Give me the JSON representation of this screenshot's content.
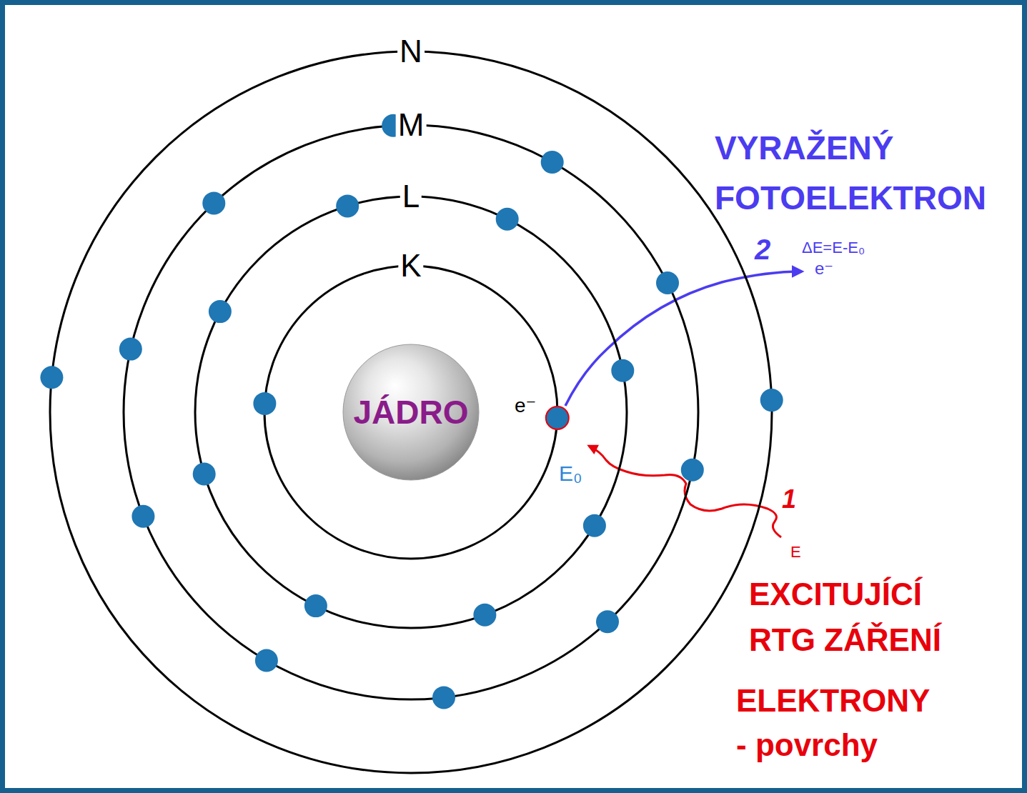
{
  "diagram": {
    "nodes": [
      {
        "text": [
          "N"
        ]
      },
      {
        "text": [
          "M"
        ],
        "in": 0
      },
      {
        "text": [
          "L"
        ],
        "in": 1
      },
      {
        "text": [
          "K"
        ],
        "in": 2
      },
      {
        "text": [
          "JÁDRO"
        ],
        "in": 3
      }
    ],
    "labels": [
      "VYRAŽENÝ FOTOELEKTRON",
      "2",
      "ΔE=E-E₀",
      "e⁻",
      "e⁻",
      "E₀",
      "1",
      "E",
      "EXCITUJÍCÍ RTG ZÁŘENÍ",
      "ELEKTRONY - povrchy"
    ]
  }
}
